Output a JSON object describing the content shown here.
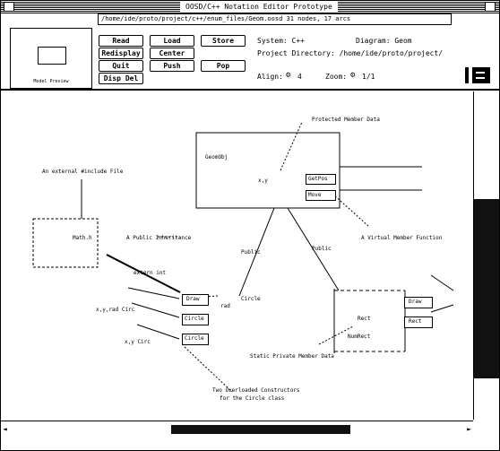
{
  "window": {
    "title": "OOSD/C++ Notation Editor   Prototype"
  },
  "file_path": "/home/ide/proto/project/c++/enum_files/Geom.oosd  31 nodes, 17 arcs",
  "icon": {
    "caption": "Model Preview"
  },
  "toolbar": {
    "read": "Read",
    "load": "Load",
    "store": "Store",
    "redisplay": "Redisplay",
    "center": "Center",
    "quit": "Quit",
    "push": "Push",
    "pop": "Pop",
    "disp_del": "Disp Del"
  },
  "info": {
    "system": "System: C++",
    "diagram": "Diagram: Geom",
    "project_dir": "Project Directory: /home/ide/proto/project/",
    "align": "Align:",
    "align_val": "4",
    "zoom": "Zoom:",
    "zoom_val": "1/1"
  },
  "diagram": {
    "protected_label": "Protected Member Data",
    "module_label": "GeomObj",
    "virtual_members": [
      "GetPos",
      "Move"
    ],
    "vfunc_label": "A Virtual Member Function",
    "external_include": "An external #include File",
    "math_label": "Math.h",
    "public_inherit": "A Public Inheritance",
    "public1": "Public",
    "public2": "Public",
    "circle": "Circle",
    "extern": "extern int",
    "draw_circle_members": [
      "Draw",
      "Circle",
      "Circle"
    ],
    "lbl_xyrad": "x,y,rad Circ",
    "lbl_xy": "x,y Circ",
    "rect": "Rect",
    "rect_members": [
      "Draw",
      "Rect"
    ],
    "number_label": "NumRect",
    "static_private": "Static Private Member Data",
    "overloaded": [
      "Two Overloaded Constructors",
      "for the Circle class"
    ],
    "rad": "rad",
    "xy": "x,y"
  }
}
